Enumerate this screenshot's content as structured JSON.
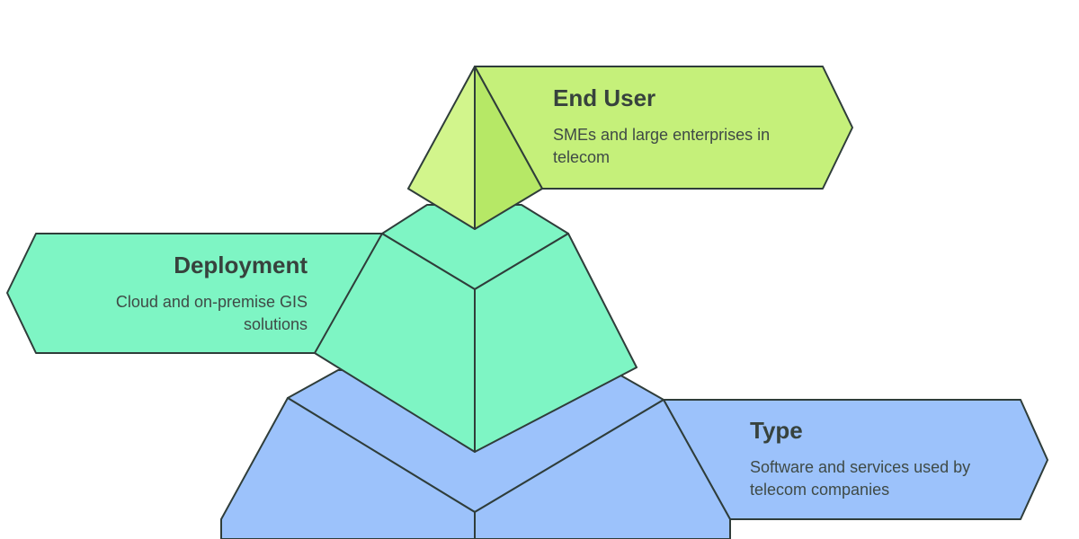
{
  "colors": {
    "end_user_fill": "#c5f07a",
    "end_user_face_light": "#d2f58c",
    "end_user_face_dark": "#b6e866",
    "deployment_fill": "#7ef5c4",
    "type_fill": "#9cc2fb",
    "outline": "#2f3d3a"
  },
  "layers": [
    {
      "id": "end-user",
      "title": "End User",
      "description": "SMEs and large enterprises in telecom"
    },
    {
      "id": "deployment",
      "title": "Deployment",
      "description": "Cloud and on-premise GIS solutions"
    },
    {
      "id": "type",
      "title": "Type",
      "description": "Software and services used by telecom companies"
    }
  ]
}
